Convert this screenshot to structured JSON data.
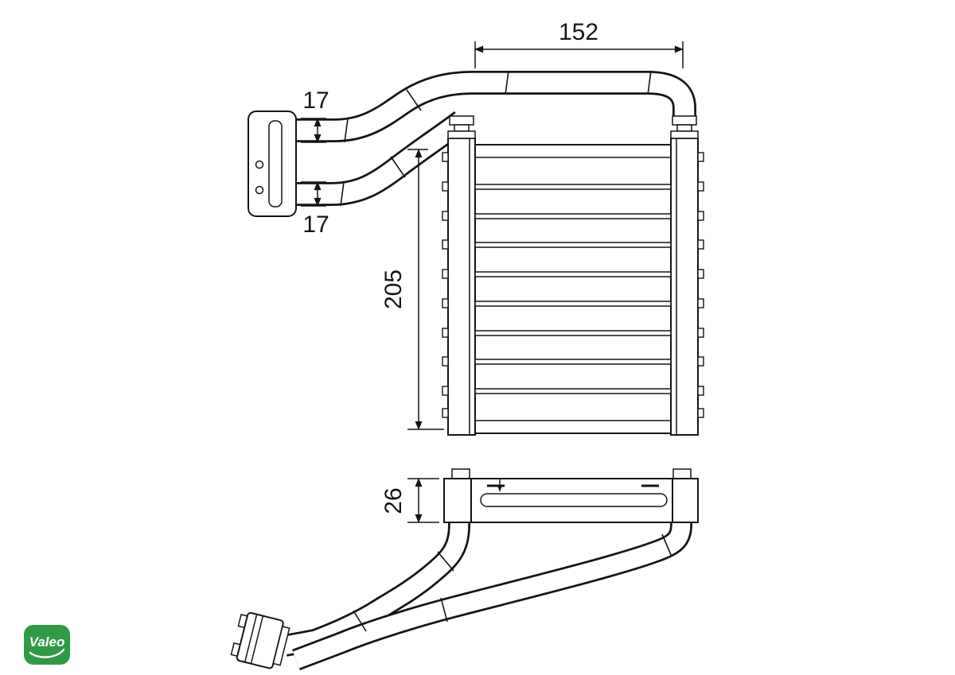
{
  "dimensions": {
    "core_width": "152",
    "core_height": "205",
    "pipe_top": "17",
    "pipe_bottom": "17",
    "core_depth": "26"
  },
  "brand": {
    "logo_text": "Valeo",
    "logo_color": "#2e9b44"
  },
  "colors": {
    "line": "#151515",
    "background": "#ffffff"
  }
}
